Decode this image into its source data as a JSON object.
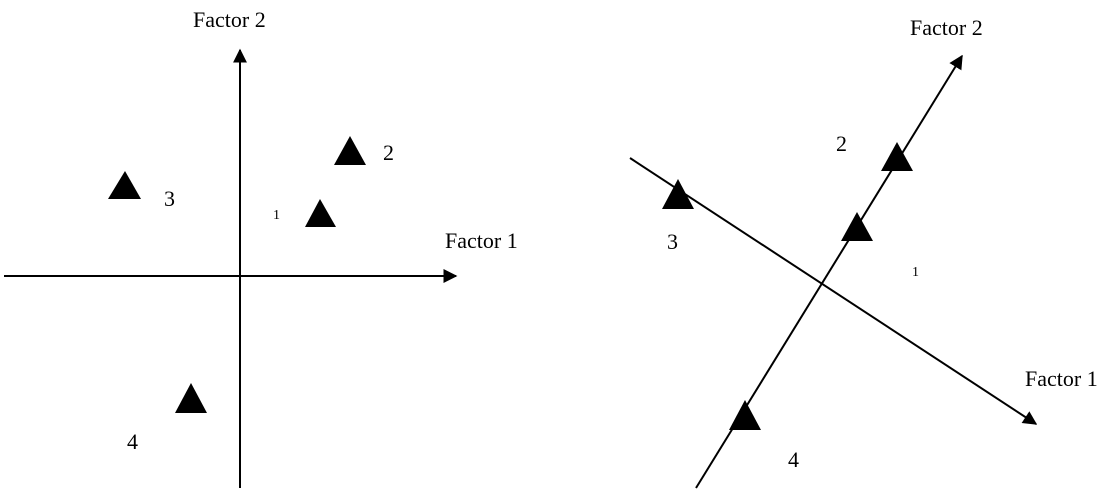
{
  "panels": {
    "left": {
      "factor1_label": "Factor 1",
      "factor2_label": "Factor 2",
      "points": [
        {
          "label": "1"
        },
        {
          "label": "2"
        },
        {
          "label": "3"
        },
        {
          "label": "4"
        }
      ]
    },
    "right": {
      "factor1_label": "Factor 1",
      "factor2_label": "Factor 2",
      "points": [
        {
          "label": "1"
        },
        {
          "label": "2"
        },
        {
          "label": "3"
        },
        {
          "label": "4"
        }
      ]
    }
  },
  "colors": {
    "ink": "#000000",
    "background": "#ffffff"
  }
}
